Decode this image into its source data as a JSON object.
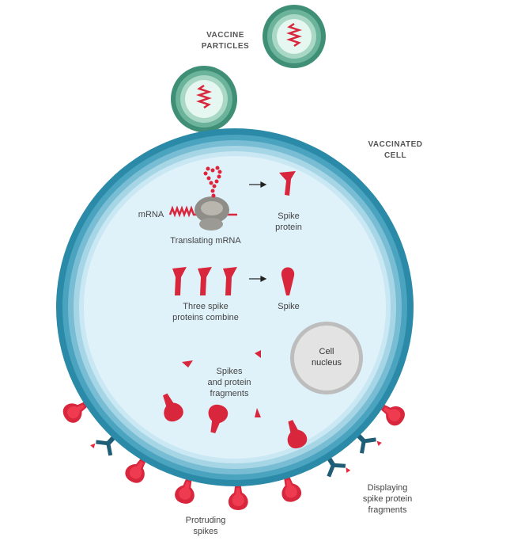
{
  "labels": {
    "vaccine_particles": [
      "VACCINE",
      "PARTICLES"
    ],
    "vaccinated_cell": [
      "VACCINATED",
      "CELL"
    ],
    "mrna": "mRNA",
    "translating": "Translating mRNA",
    "spike_protein": [
      "Spike",
      "protein"
    ],
    "three_spike": [
      "Three spike",
      "proteins combine"
    ],
    "spike": "Spike",
    "nucleus": [
      "Cell",
      "nucleus"
    ],
    "fragments": [
      "Spikes",
      "and protein",
      "fragments"
    ],
    "protruding": [
      "Protruding",
      "spikes"
    ],
    "displaying": [
      "Displaying",
      "spike protein",
      "fragments"
    ]
  },
  "colors": {
    "spike": "#d8263c",
    "membrane": "#2a8aa8",
    "cytoplasm": "#dff2fa",
    "particle": "#4f9c84",
    "receptor": "#1f5e76",
    "nucleus": "#cfcfcf"
  }
}
